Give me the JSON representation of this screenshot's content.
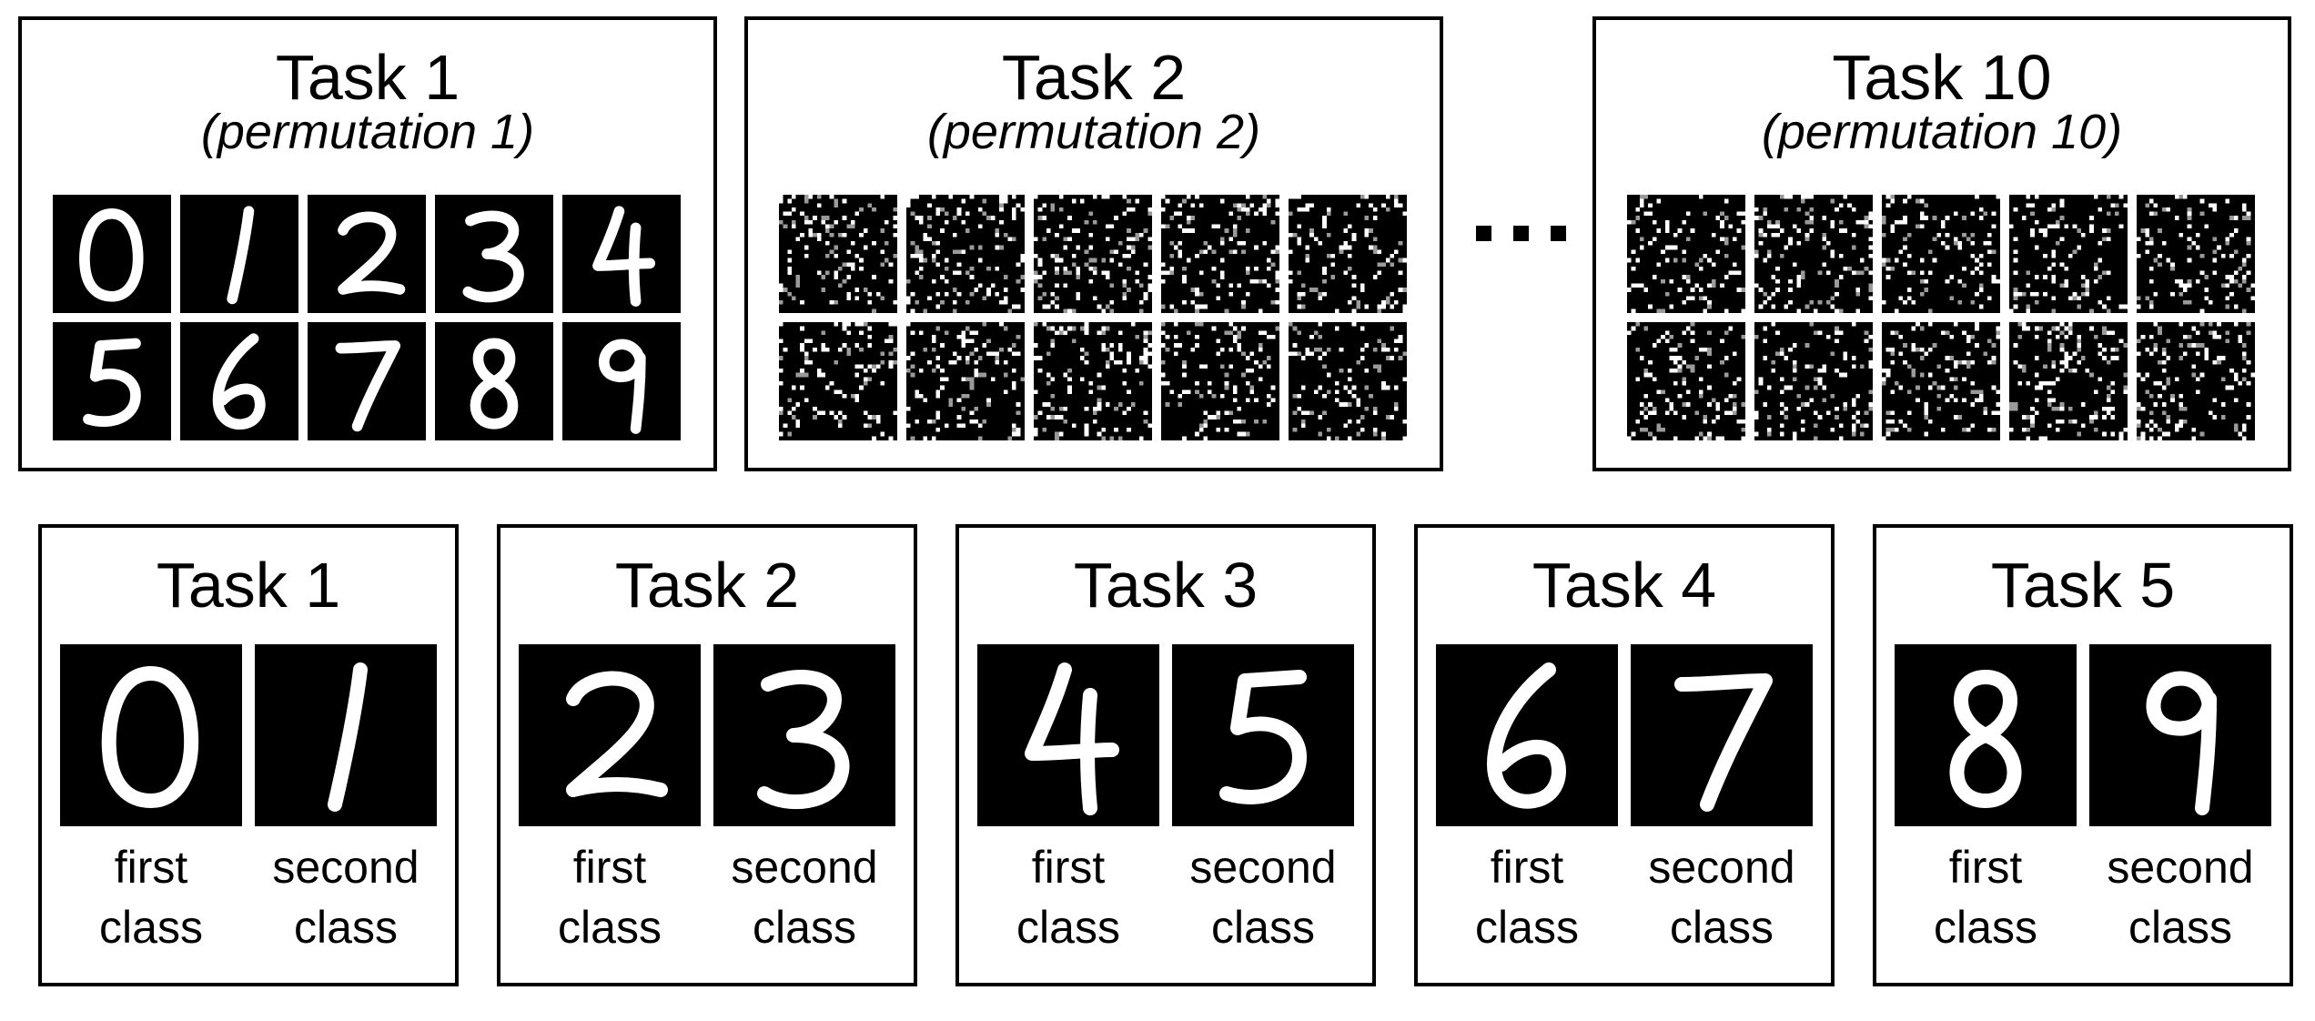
{
  "permuted_tasks": [
    {
      "title": "Task 1",
      "subtitle": "(permutation 1)",
      "kind": "digits",
      "digits": [
        "0",
        "1",
        "2",
        "3",
        "4",
        "5",
        "6",
        "7",
        "8",
        "9"
      ]
    },
    {
      "title": "Task 2",
      "subtitle": "(permutation 2)",
      "kind": "noise"
    },
    {
      "title": "Task 10",
      "subtitle": "(permutation 10)",
      "kind": "noise"
    }
  ],
  "split_tasks": [
    {
      "title": "Task 1",
      "digits": [
        "0",
        "1"
      ],
      "captions": [
        [
          "first",
          "class"
        ],
        [
          "second",
          "class"
        ]
      ]
    },
    {
      "title": "Task 2",
      "digits": [
        "2",
        "3"
      ],
      "captions": [
        [
          "first",
          "class"
        ],
        [
          "second",
          "class"
        ]
      ]
    },
    {
      "title": "Task 3",
      "digits": [
        "4",
        "5"
      ],
      "captions": [
        [
          "first",
          "class"
        ],
        [
          "second",
          "class"
        ]
      ]
    },
    {
      "title": "Task 4",
      "digits": [
        "6",
        "7"
      ],
      "captions": [
        [
          "first",
          "class"
        ],
        [
          "second",
          "class"
        ]
      ]
    },
    {
      "title": "Task 5",
      "digits": [
        "8",
        "9"
      ],
      "captions": [
        [
          "first",
          "class"
        ],
        [
          "second",
          "class"
        ]
      ]
    }
  ],
  "ellipsis": "...",
  "colors": {
    "tile_background": "#000000",
    "stroke": "#ffffff",
    "border": "#000000"
  }
}
